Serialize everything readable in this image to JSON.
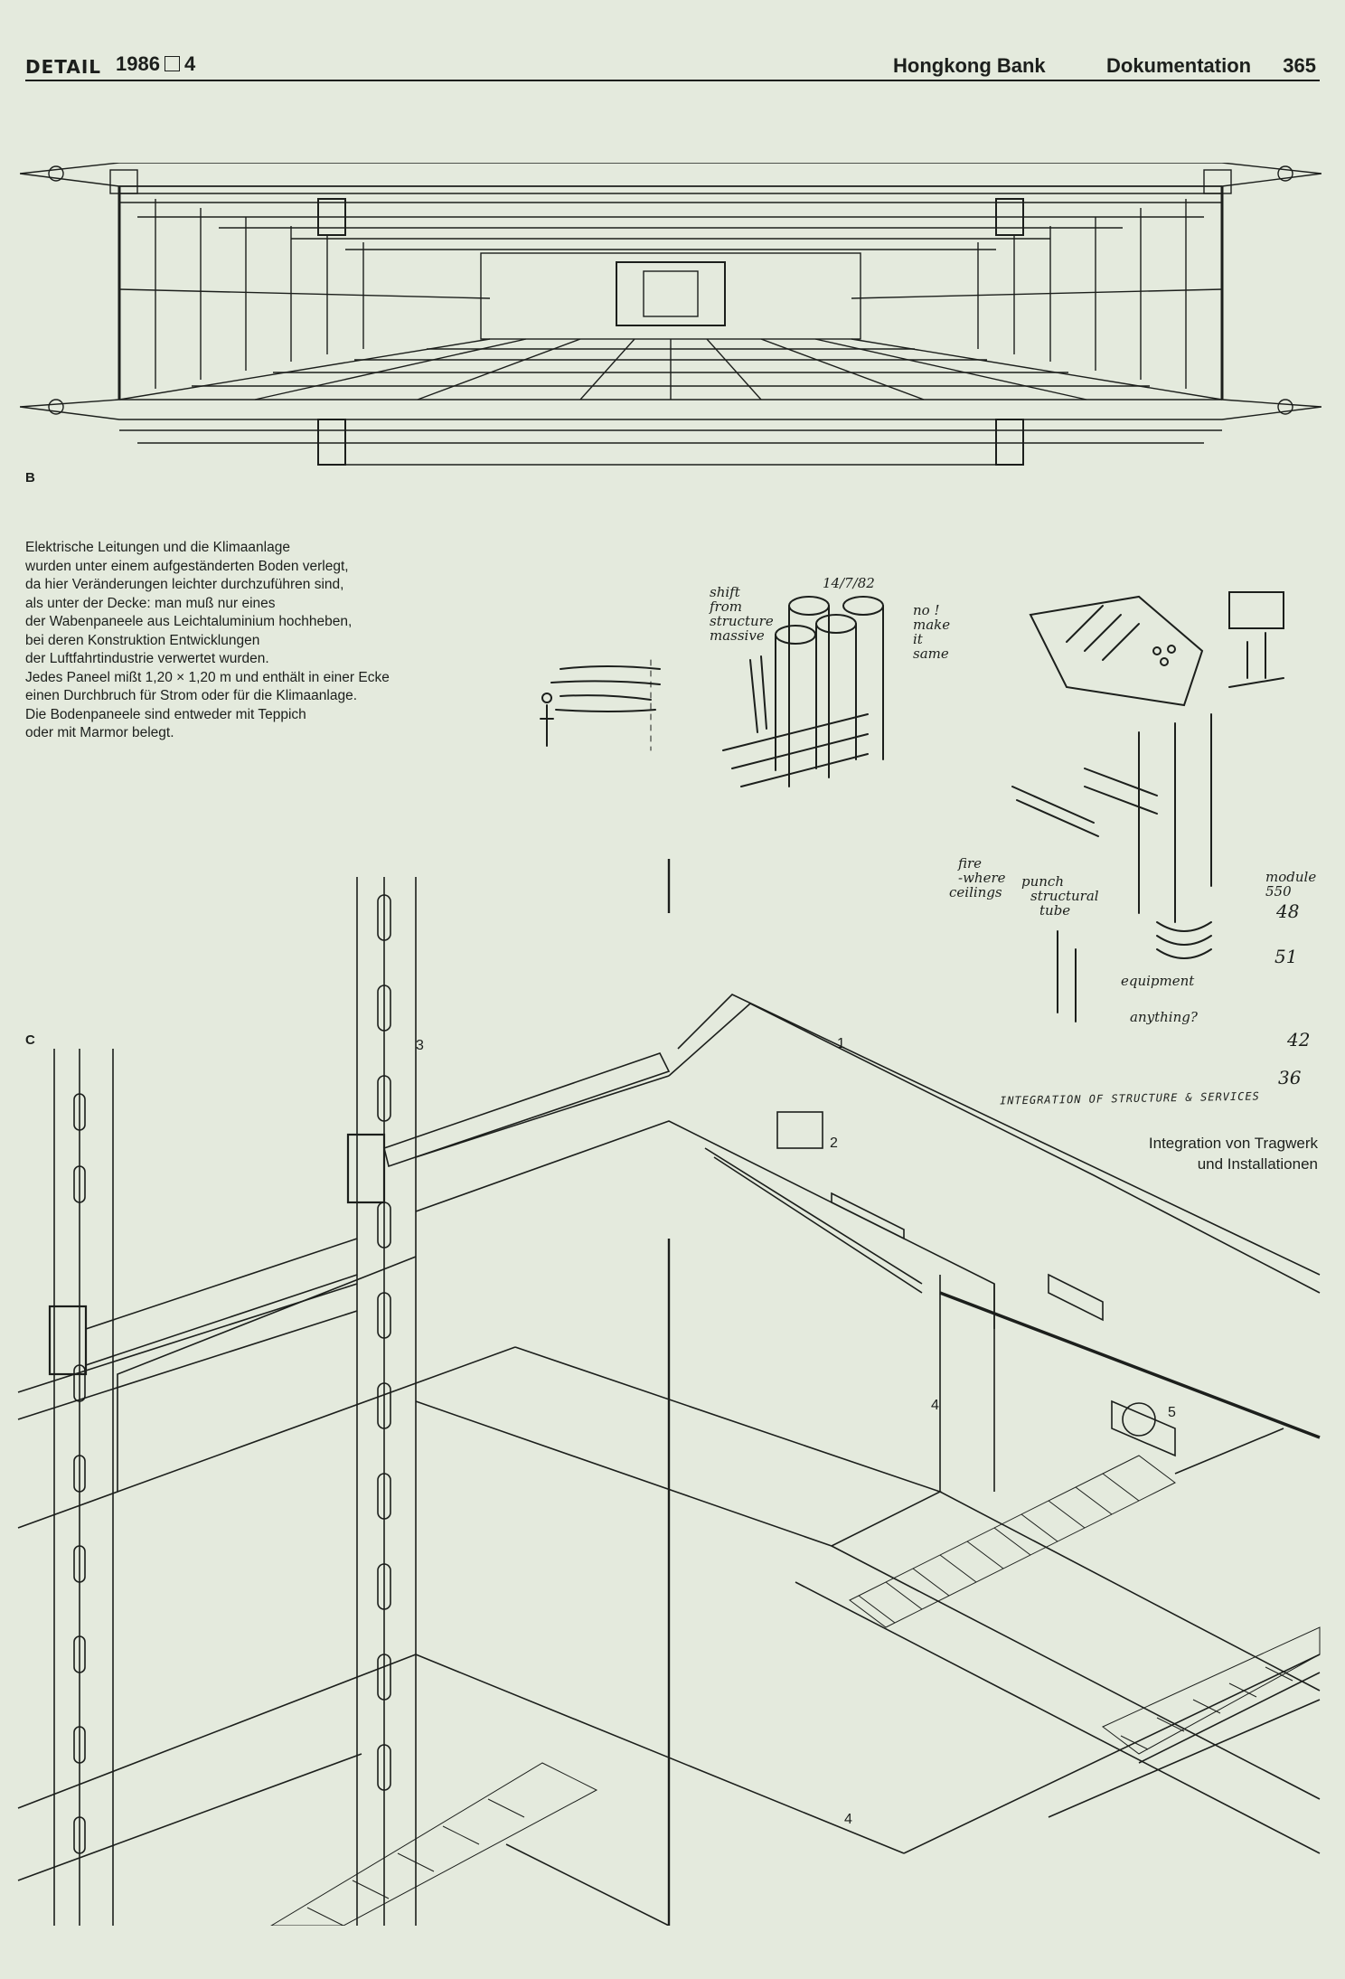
{
  "header": {
    "brand": "DETAIL",
    "issue_year": "1986",
    "issue_number": "4",
    "topic": "Hongkong Bank",
    "section": "Dokumentation",
    "page_number": "365"
  },
  "figures": {
    "b_label": "B",
    "c_label": "C"
  },
  "body_text": [
    "Elektrische Leitungen und die Klimaanlage",
    "wurden unter einem aufgeständerten Boden verlegt,",
    "da hier Veränderungen leichter durchzuführen sind,",
    "als unter der Decke: man muß nur eines",
    "der Wabenpaneele aus Leichtaluminium hochheben,",
    "bei deren Konstruktion Entwicklungen",
    "der Luftfahrtindustrie verwertet wurden.",
    "Jedes Paneel mißt 1,20 × 1,20 m und enthält in einer Ecke",
    "einen Durchbruch für Strom oder für die Klimaanlage.",
    "Die Bodenpaneele sind entweder mit Teppich",
    "oder mit Marmor belegt."
  ],
  "sketch": {
    "caption": "INTEGRATION OF STRUCTURE & SERVICES",
    "annotations": [
      "48",
      "51",
      "42",
      "36"
    ]
  },
  "caption": {
    "line1": "Integration von Tragwerk",
    "line2": "und Installationen"
  },
  "callouts": [
    "1",
    "2",
    "3",
    "4",
    "5",
    "4"
  ]
}
